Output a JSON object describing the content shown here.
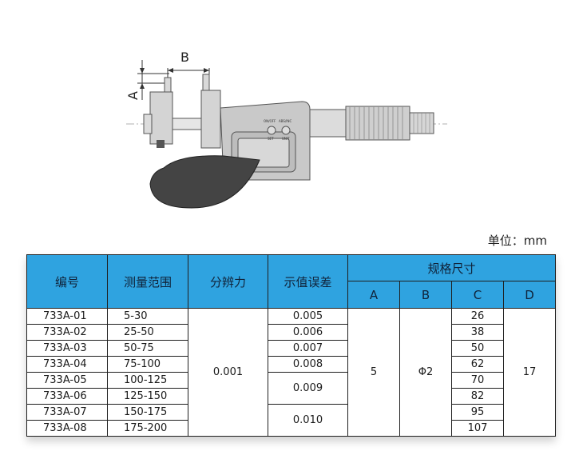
{
  "drawing": {
    "dim_a": "A",
    "dim_b": "B",
    "btn_on_off": "ON/OFF",
    "btn_set": "SET",
    "btn_abs_inc": "ABS/INC",
    "btn_unit": "UNIT"
  },
  "unit_label": "单位：mm",
  "table": {
    "headers": {
      "code": "编号",
      "range": "测量范围",
      "resolution": "分辨力",
      "error": "示值误差",
      "spec": "规格尺寸",
      "a": "A",
      "b": "B",
      "c": "C",
      "d": "D"
    },
    "rows": [
      {
        "code": "733A-01",
        "range": "5-30",
        "c": "26"
      },
      {
        "code": "733A-02",
        "range": "25-50",
        "c": "38"
      },
      {
        "code": "733A-03",
        "range": "50-75",
        "c": "50"
      },
      {
        "code": "733A-04",
        "range": "75-100",
        "c": "62"
      },
      {
        "code": "733A-05",
        "range": "100-125",
        "c": "70"
      },
      {
        "code": "733A-06",
        "range": "125-150",
        "c": "82"
      },
      {
        "code": "733A-07",
        "range": "150-175",
        "c": "95"
      },
      {
        "code": "733A-08",
        "range": "175-200",
        "c": "107"
      }
    ],
    "resolution": "0.001",
    "errors": [
      "0.005",
      "0.006",
      "0.007",
      "0.008",
      "0.009",
      "0.010"
    ],
    "a_value": "5",
    "b_value": "Φ2",
    "d_value": "17"
  }
}
